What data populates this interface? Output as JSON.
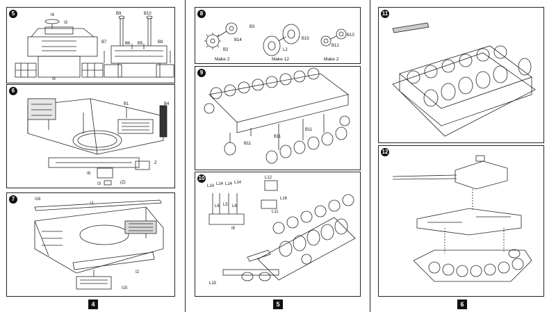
{
  "pages": [
    {
      "number": "4"
    },
    {
      "number": "5"
    },
    {
      "number": "6"
    }
  ],
  "steps": {
    "s5": {
      "num": "5",
      "labels": {
        "i4": "I4",
        "i3": "I3",
        "i5": "I5",
        "b9": "B9",
        "b10": "B10",
        "b7": "B7",
        "b6": "B6",
        "b5": "B5",
        "b8": "B8"
      }
    },
    "s6": {
      "num": "6",
      "labels": {
        "b1": "B1",
        "b4": "B4",
        "i8": "I8",
        "i3": "I3",
        "z2": "(Z)",
        "z": "Z"
      }
    },
    "s7": {
      "num": "7",
      "labels": {
        "i16": "I16",
        "i1": "I1",
        "i2": "I2",
        "i15": "I15"
      }
    },
    "s8": {
      "num": "8",
      "labels": {
        "b3": "B3",
        "b14": "B14",
        "b2": "B2",
        "b15": "B15",
        "l2": "L2",
        "b13": "B13",
        "b12": "B12"
      },
      "make": [
        "Make 2",
        "Make 12",
        "Make 2"
      ]
    },
    "s9": {
      "num": "9",
      "labels": {
        "b11a": "B11",
        "b11b": "B11",
        "b11c": "B11"
      }
    },
    "s10": {
      "num": "10",
      "labels": {
        "l14a": "L14",
        "l14b": "L14",
        "l14c": "L14",
        "l14d": "L14",
        "l6": "L6",
        "l5": "L5",
        "l6b": "L6",
        "i8": "I8",
        "l12": "L12",
        "l16": "L16",
        "l11": "L11",
        "l15": "L15"
      }
    },
    "s11": {
      "num": "11"
    },
    "s12": {
      "num": "12"
    }
  }
}
